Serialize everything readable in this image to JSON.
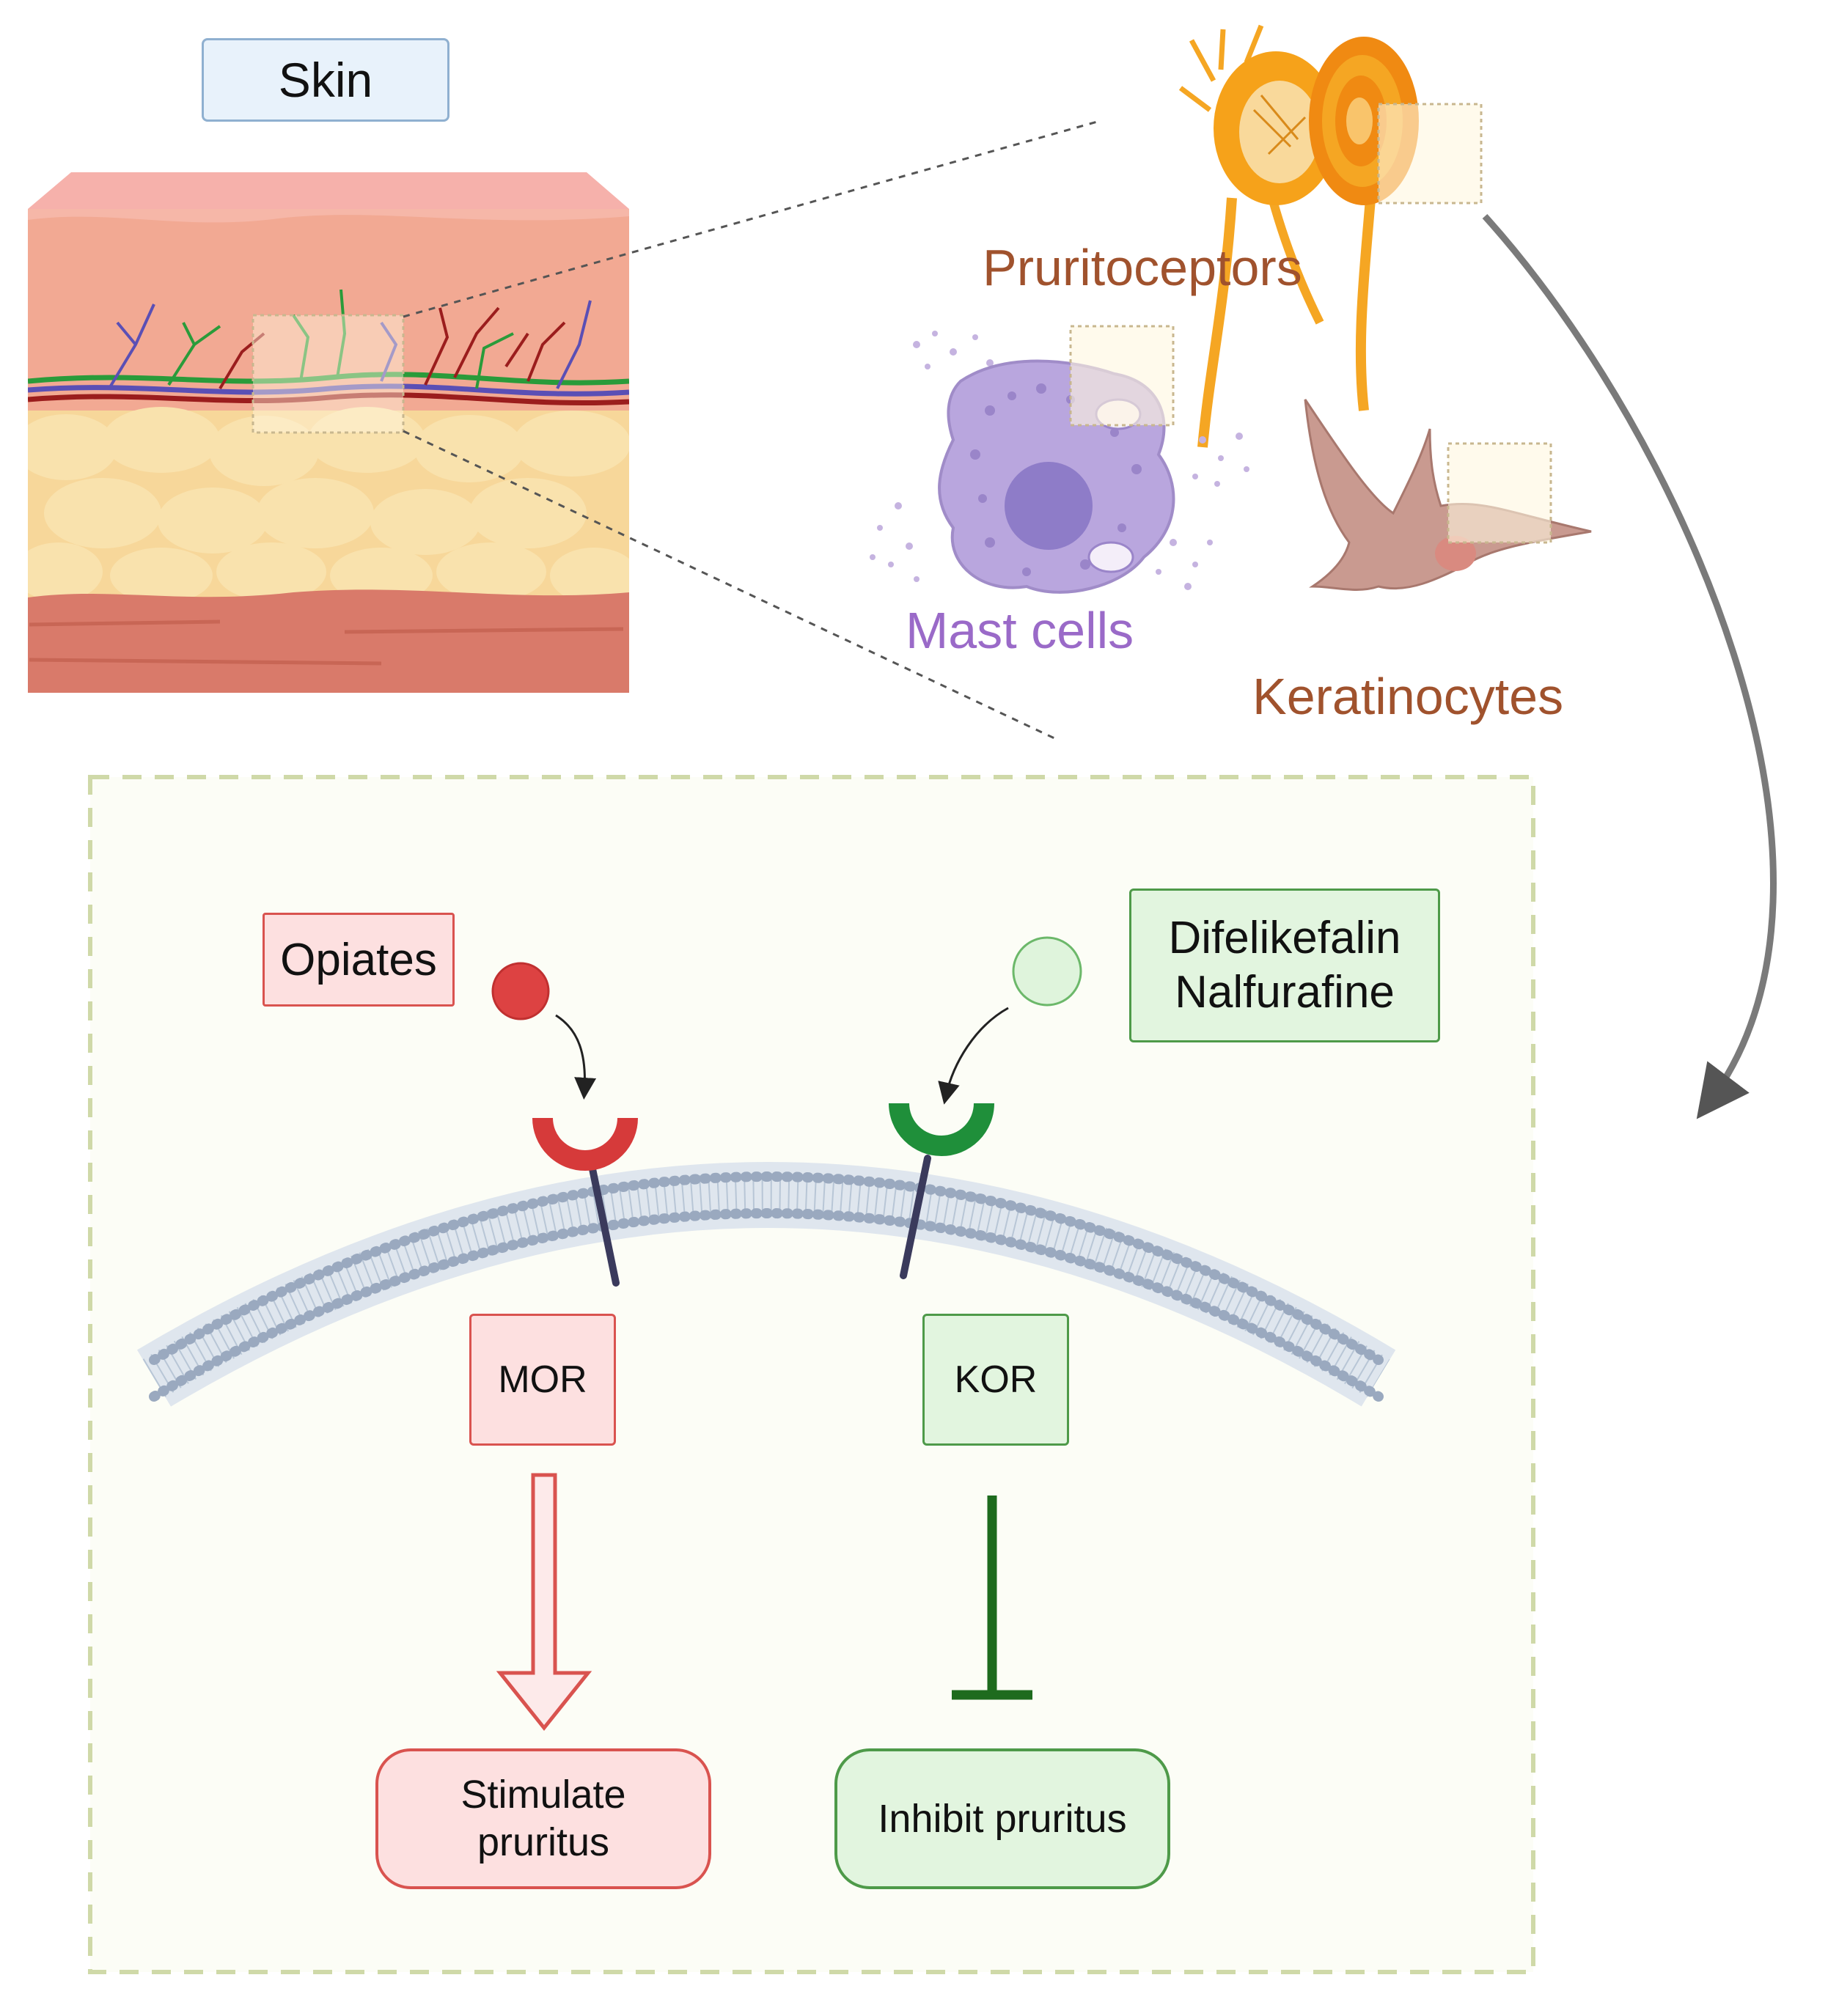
{
  "labels": {
    "skin": "Skin",
    "pruritoceptors": "Pruritoceptors",
    "mast_cells": "Mast cells",
    "keratinocytes": "Keratinocytes",
    "opiates": "Opiates",
    "kor_agonists_line1": "Difelikefalin",
    "kor_agonists_line2": "Nalfurafine",
    "mor": "MOR",
    "kor": "KOR",
    "stimulate_line1": "Stimulate",
    "stimulate_line2": "pruritus",
    "inhibit": "Inhibit pruritus"
  },
  "colors": {
    "red_fill": "#fde0e0",
    "red_stroke": "#d9534f",
    "green_fill": "#e2f5df",
    "green_stroke": "#4e9a49",
    "blue_fill": "#e8f2fb",
    "blue_stroke": "#8fb0d0",
    "panel_fill": "#fcfdf6",
    "panel_dash": "#cfd9a8",
    "pruritoceptor_text": "#a0522d",
    "mast_text": "#9a6ac8",
    "keratinocyte_text": "#a0522d",
    "inhibit_bar": "#1e6b1e",
    "membrane": "#9aa9bf"
  },
  "icons": [
    "mast-cell-icon",
    "keratinocyte-icon",
    "pruritoceptor-neuron-icon",
    "mor-receptor-icon",
    "kor-receptor-icon",
    "opiate-ligand-icon",
    "kor-agonist-ligand-icon",
    "cell-membrane-icon"
  ]
}
